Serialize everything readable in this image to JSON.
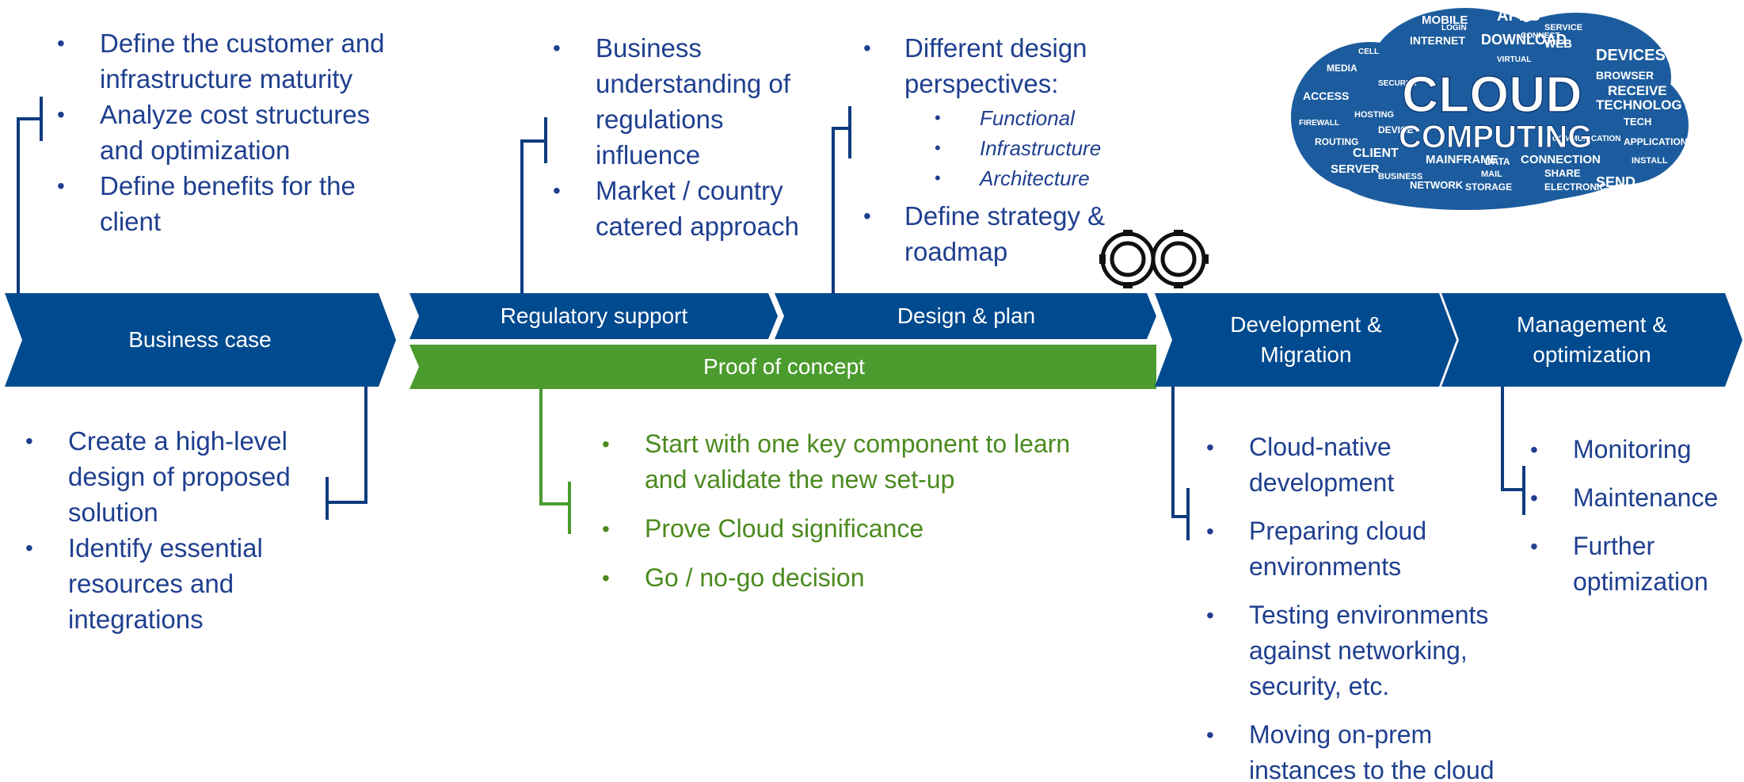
{
  "colors": {
    "primary_blue": "#004a8f",
    "green": "#4b9b2e",
    "text_blue": "#1f3f8f",
    "text_green": "#4b8a1e"
  },
  "stages": {
    "business_case": "Business case",
    "regulatory_support": "Regulatory support",
    "design_plan": "Design & plan",
    "proof_of_concept": "Proof of concept",
    "dev_line1": "Development &",
    "dev_line2": "Migration",
    "mgmt_line1": "Management &",
    "mgmt_line2": "optimization"
  },
  "top": {
    "business_case": [
      "Define the customer and infrastructure maturity",
      "Analyze cost structures and optimization",
      "Define benefits for the client"
    ],
    "regulatory": [
      "Business understanding of regulations influence",
      "Market / country catered approach"
    ],
    "design": {
      "item1": "Different design perspectives:",
      "subs": [
        "Functional",
        "Infrastructure",
        "Architecture"
      ],
      "item2": "Define strategy & roadmap"
    }
  },
  "bottom": {
    "business_case": [
      "Create a high-level design of proposed solution",
      "Identify essential resources and integrations"
    ],
    "poc": [
      "Start with one key component to learn and validate the new set-up",
      "Prove Cloud significance",
      "Go / no-go decision"
    ],
    "development": [
      "Cloud-native development",
      "Preparing cloud environments",
      "Testing environments against networking, security, etc.",
      "Moving on-prem instances to the cloud"
    ],
    "management": [
      "Monitoring",
      "Maintenance",
      "Further optimization"
    ]
  },
  "word_cloud": {
    "main1": "CLOUD",
    "main2": "COMPUTING",
    "words": [
      "MOBILE",
      "APPS",
      "SERVICE",
      "INTERNET",
      "DOWNLOAD",
      "WEB",
      "DEVICES",
      "MEDIA",
      "ACCESS",
      "BROWSER",
      "RECEIVE",
      "TECHNOLOGY",
      "CONNECTION",
      "MAINFRAME",
      "CLIENT",
      "SERVER",
      "SEND",
      "SHARE",
      "TECH",
      "CELL",
      "HOSTING",
      "ROUTING",
      "FIREWALL",
      "APPLICATIONS",
      "NETWORK",
      "ELECTRONIC",
      "STORAGE",
      "DATA",
      "COMMUNICATION",
      "BUSINESS",
      "VIRTUAL",
      "SECURITY",
      "LOGIN",
      "MAIL",
      "DEVICE",
      "INSTALL",
      "CONNECT"
    ]
  }
}
